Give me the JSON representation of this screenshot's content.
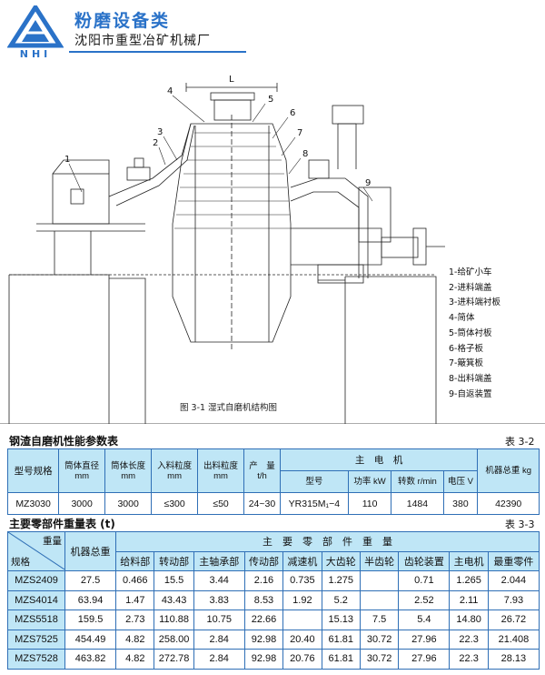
{
  "header": {
    "category": "粉磨设备类",
    "company": "沈阳市重型冶矿机械厂",
    "logo_text": "NHI"
  },
  "figure": {
    "dimension_label": "L",
    "callouts": [
      "1",
      "2",
      "3",
      "4",
      "5",
      "6",
      "7",
      "8",
      "9"
    ],
    "legend": [
      "1-给矿小车",
      "2-进料端盖",
      "3-进料端衬板",
      "4-简体",
      "5-筒体衬板",
      "6-格子板",
      "7-簸箕板",
      "8-出料端盖",
      "9-自返装置"
    ],
    "caption": "图 3-1   湿式自磨机结构图"
  },
  "table1": {
    "title": "钢渣自磨机性能参数表",
    "number": "表 3-2",
    "headers": {
      "model": "型号规格",
      "diameter": "筒体直径",
      "diameter_unit": "mm",
      "length": "筒体长度",
      "length_unit": "mm",
      "feed": "入料粒度",
      "feed_unit": "mm",
      "discharge": "出料粒度",
      "discharge_unit": "mm",
      "output": "产　量",
      "output_unit": "t/h",
      "motor": "主　电　机",
      "motor_model": "型号",
      "power": "功率 kW",
      "speed": "转数 r/min",
      "voltage": "电压 V",
      "weight": "机器总重 kg"
    },
    "row": {
      "model": "MZ3030",
      "diameter": "3000",
      "length": "3000",
      "feed": "≤300",
      "discharge": "≤50",
      "output": "24~30",
      "motor_model": "YR315M₁−4",
      "power": "110",
      "speed": "1484",
      "voltage": "380",
      "weight": "42390"
    }
  },
  "table2": {
    "title": "主要零部件重量表  (t)",
    "number": "表 3-3",
    "corner_top": "重量",
    "corner_bottom": "规格",
    "total_label": "机器总重",
    "group_label": "主　要　零　部　件　重　量",
    "columns": [
      "给料部",
      "转动部",
      "主轴承部",
      "传动部",
      "减速机",
      "大齿轮",
      "半齿轮",
      "齿轮装置",
      "主电机",
      "最重零件"
    ],
    "rows": [
      {
        "model": "MZS2409",
        "total": "27.5",
        "vals": [
          "0.466",
          "15.5",
          "3.44",
          "2.16",
          "0.735",
          "1.275",
          "",
          "0.71",
          "1.265",
          "2.044"
        ]
      },
      {
        "model": "MZS4014",
        "total": "63.94",
        "vals": [
          "1.47",
          "43.43",
          "3.83",
          "8.53",
          "1.92",
          "5.2",
          "",
          "2.52",
          "2.11",
          "7.93"
        ]
      },
      {
        "model": "MZS5518",
        "total": "159.5",
        "vals": [
          "2.73",
          "110.88",
          "10.75",
          "22.66",
          "",
          "15.13",
          "7.5",
          "5.4",
          "14.80",
          "26.72"
        ]
      },
      {
        "model": "MZS7525",
        "total": "454.49",
        "vals": [
          "4.82",
          "258.00",
          "2.84",
          "92.98",
          "20.40",
          "61.81",
          "30.72",
          "27.96",
          "22.3",
          "21.408"
        ]
      },
      {
        "model": "MZS7528",
        "total": "463.82",
        "vals": [
          "4.82",
          "272.78",
          "2.84",
          "92.98",
          "20.76",
          "61.81",
          "30.72",
          "27.96",
          "22.3",
          "28.13"
        ]
      }
    ]
  }
}
